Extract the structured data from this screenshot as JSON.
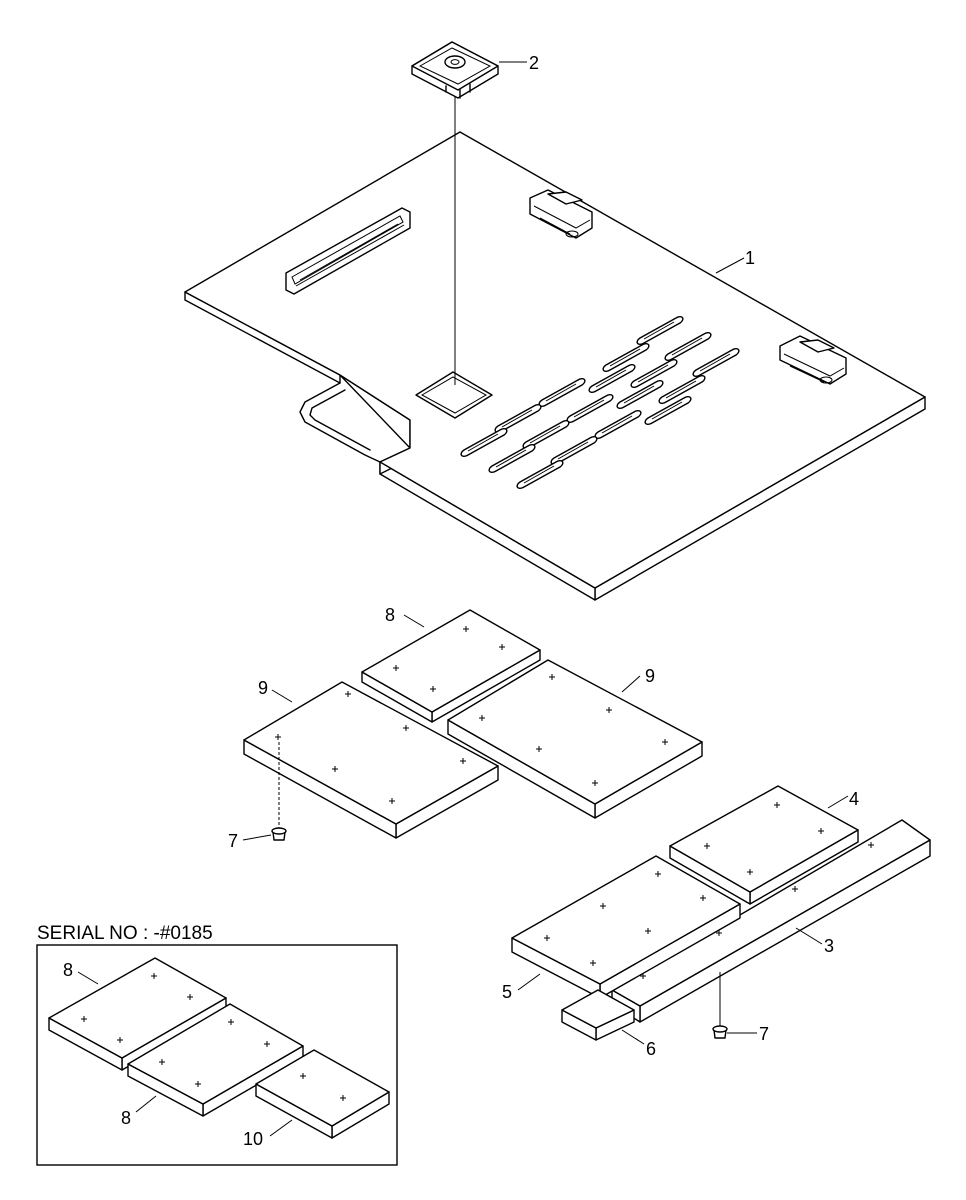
{
  "callouts": {
    "c1": "1",
    "c2": "2",
    "c3": "3",
    "c4": "4",
    "c5": "5",
    "c6": "6",
    "c7a": "7",
    "c7b": "7",
    "c8a": "8",
    "c9a": "9",
    "c9b": "9",
    "c8b": "8",
    "c8c": "8",
    "c10": "10"
  },
  "inset": {
    "serial_label": "SERIAL NO : -#0185"
  }
}
